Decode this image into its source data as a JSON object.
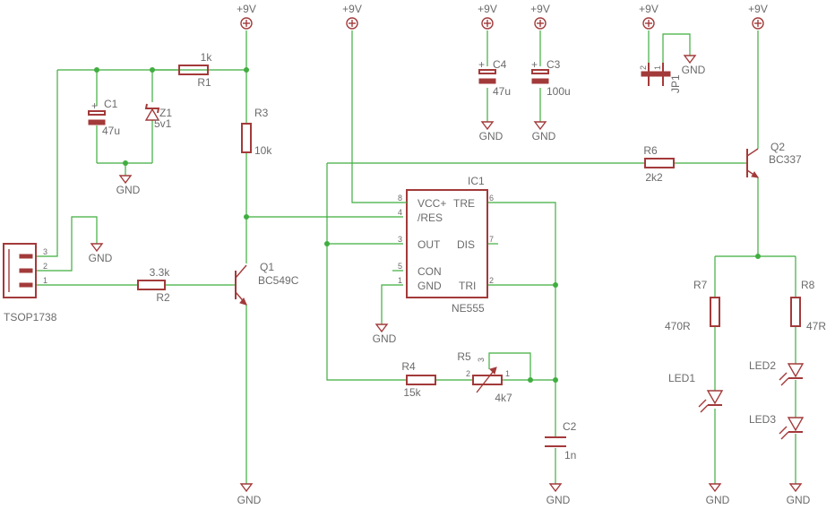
{
  "colors": {
    "wire": "#3fae3f",
    "symbol": "#a33a3a",
    "text": "#6b6b6b",
    "background": "#ffffff"
  },
  "supply": "+9V",
  "ground": "GND",
  "components": {
    "R1": {
      "ref": "R1",
      "value": "1k"
    },
    "R2": {
      "ref": "R2",
      "value": "3.3k"
    },
    "R3": {
      "ref": "R3",
      "value": "10k"
    },
    "R4": {
      "ref": "R4",
      "value": "15k"
    },
    "R5": {
      "ref": "R5",
      "value": "4k7",
      "pins": [
        "1",
        "2",
        "3"
      ]
    },
    "R6": {
      "ref": "R6",
      "value": "2k2"
    },
    "R7": {
      "ref": "R7",
      "value": "470R"
    },
    "R8": {
      "ref": "R8",
      "value": "47R"
    },
    "C1": {
      "ref": "C1",
      "value": "47u"
    },
    "C2": {
      "ref": "C2",
      "value": "1n"
    },
    "C3": {
      "ref": "C3",
      "value": "100u"
    },
    "C4": {
      "ref": "C4",
      "value": "47u"
    },
    "Z1": {
      "ref": "Z1",
      "value": "5v1"
    },
    "Q1": {
      "ref": "Q1",
      "value": "BC549C"
    },
    "Q2": {
      "ref": "Q2",
      "value": "BC337"
    },
    "JP1": {
      "ref": "JP1",
      "pins": [
        "2",
        "1"
      ]
    },
    "LED1": {
      "ref": "LED1"
    },
    "LED2": {
      "ref": "LED2"
    },
    "LED3": {
      "ref": "LED3"
    },
    "TSOP": {
      "ref": "TSOP1738",
      "pins": [
        "3",
        "2",
        "1"
      ]
    },
    "IC1": {
      "ref": "IC1",
      "value": "NE555",
      "pins": {
        "vcc": {
          "name": "VCC+",
          "num": "8"
        },
        "res": {
          "name": "/RES",
          "num": "4"
        },
        "out": {
          "name": "OUT",
          "num": "3"
        },
        "con": {
          "name": "CON",
          "num": "5"
        },
        "gnd": {
          "name": "GND",
          "num": "1"
        },
        "tre": {
          "name": "TRE",
          "num": "6"
        },
        "dis": {
          "name": "DIS",
          "num": "7"
        },
        "tri": {
          "name": "TRI",
          "num": "2"
        }
      }
    }
  }
}
